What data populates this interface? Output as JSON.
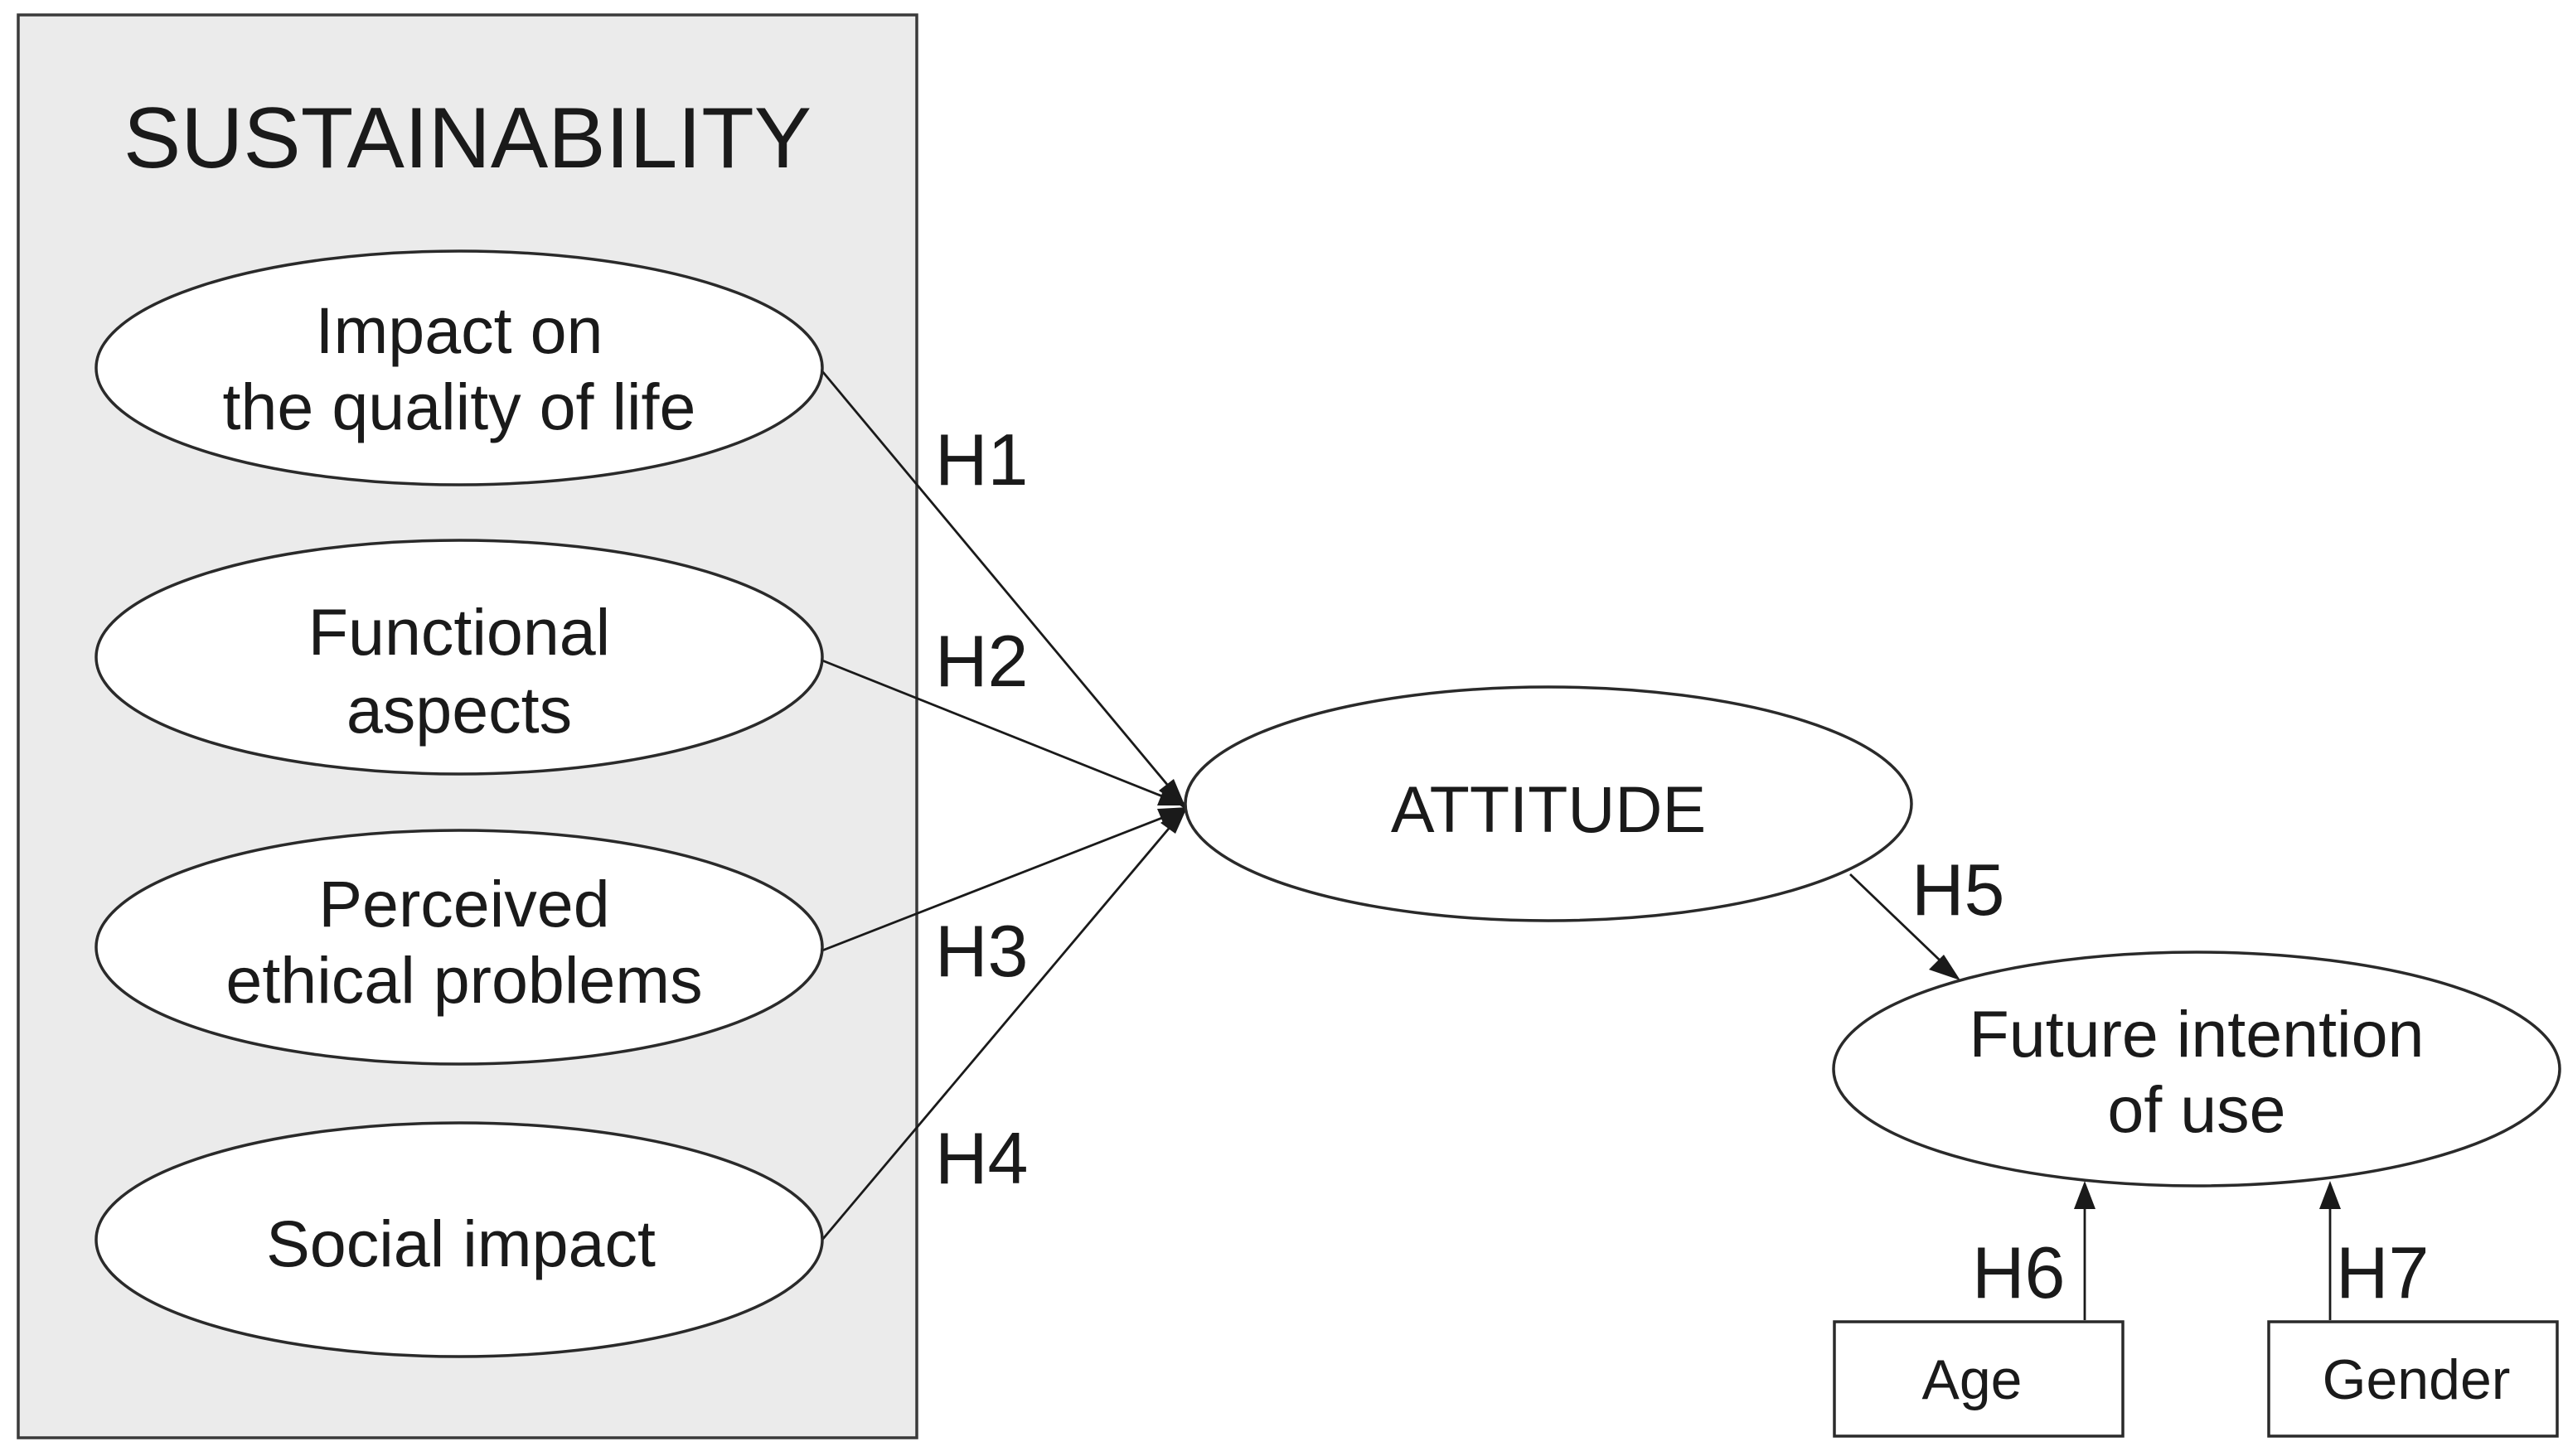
{
  "group": {
    "title": "SUSTAINABILITY"
  },
  "nodes": {
    "quality_of_life": {
      "line1": "Impact on",
      "line2": "the quality of life"
    },
    "functional": {
      "line1": "Functional",
      "line2": "aspects"
    },
    "ethical": {
      "line1": "Perceived",
      "line2": "ethical problems"
    },
    "social": {
      "line1": "Social impact"
    },
    "attitude": {
      "line1": "ATTITUDE"
    },
    "future_intention": {
      "line1": "Future intention",
      "line2": "of use"
    },
    "age": {
      "line1": "Age"
    },
    "gender": {
      "line1": "Gender"
    }
  },
  "hypotheses": {
    "h1": "H1",
    "h2": "H2",
    "h3": "H3",
    "h4": "H4",
    "h5": "H5",
    "h6": "H6",
    "h7": "H7"
  },
  "edges": [
    {
      "from": "Impact on the quality of life",
      "to": "ATTITUDE",
      "label": "H1"
    },
    {
      "from": "Functional aspects",
      "to": "ATTITUDE",
      "label": "H2"
    },
    {
      "from": "Perceived ethical problems",
      "to": "ATTITUDE",
      "label": "H3"
    },
    {
      "from": "Social impact",
      "to": "ATTITUDE",
      "label": "H4"
    },
    {
      "from": "ATTITUDE",
      "to": "Future intention of use",
      "label": "H5"
    },
    {
      "from": "Age",
      "to": "Future intention of use",
      "label": "H6"
    },
    {
      "from": "Gender",
      "to": "Future intention of use",
      "label": "H7"
    }
  ],
  "colors": {
    "group_fill": "#ebebeb",
    "node_fill": "#ffffff",
    "stroke": "#2a2a2a",
    "text": "#1a1a1a"
  }
}
